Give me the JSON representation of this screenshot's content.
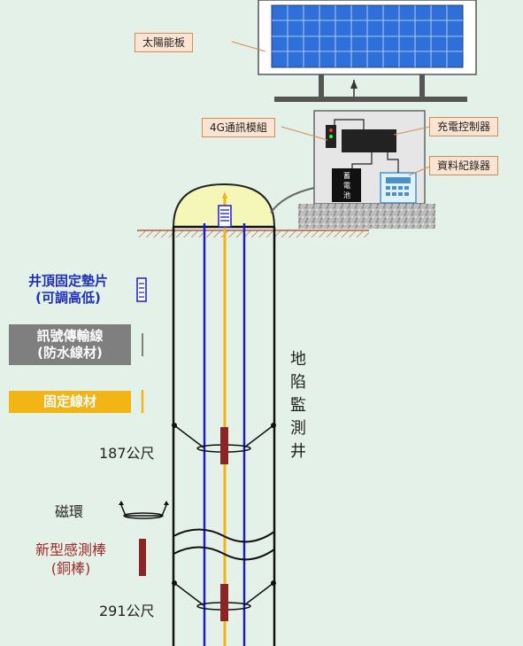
{
  "labels": {
    "solar_panel": "太陽能板",
    "module_4g": "4G通訊模組",
    "charge_controller": "充電控制器",
    "data_logger": "資料紀錄器",
    "battery": [
      "蓄",
      "電",
      "池"
    ]
  },
  "legend": {
    "pad_line1": "井頂固定墊片",
    "pad_line2": "(可調高低)",
    "cable_line1": "訊號傳輸線",
    "cable_line2": "(防水線材)",
    "fixed_wire": "固定線材",
    "magnet_ring": "磁環",
    "probe_line1": "新型感測棒",
    "probe_line2": "(銅棒)"
  },
  "depths": {
    "upper": "187公尺",
    "lower": "291公尺"
  },
  "well_title": [
    "地",
    "陷",
    "監",
    "測",
    "井"
  ],
  "colors": {
    "background": "#e4f1e9",
    "callout_fill": "#fbe5d2",
    "callout_border": "#d48a5a",
    "pad_text": "#1f2fbf",
    "probe_text": "#a52a2a",
    "cable_blue": "#1a1ad6",
    "fixed_wire_yellow": "#f3b415",
    "probe_red": "#8b2525",
    "dome": "#f5f7b8"
  }
}
